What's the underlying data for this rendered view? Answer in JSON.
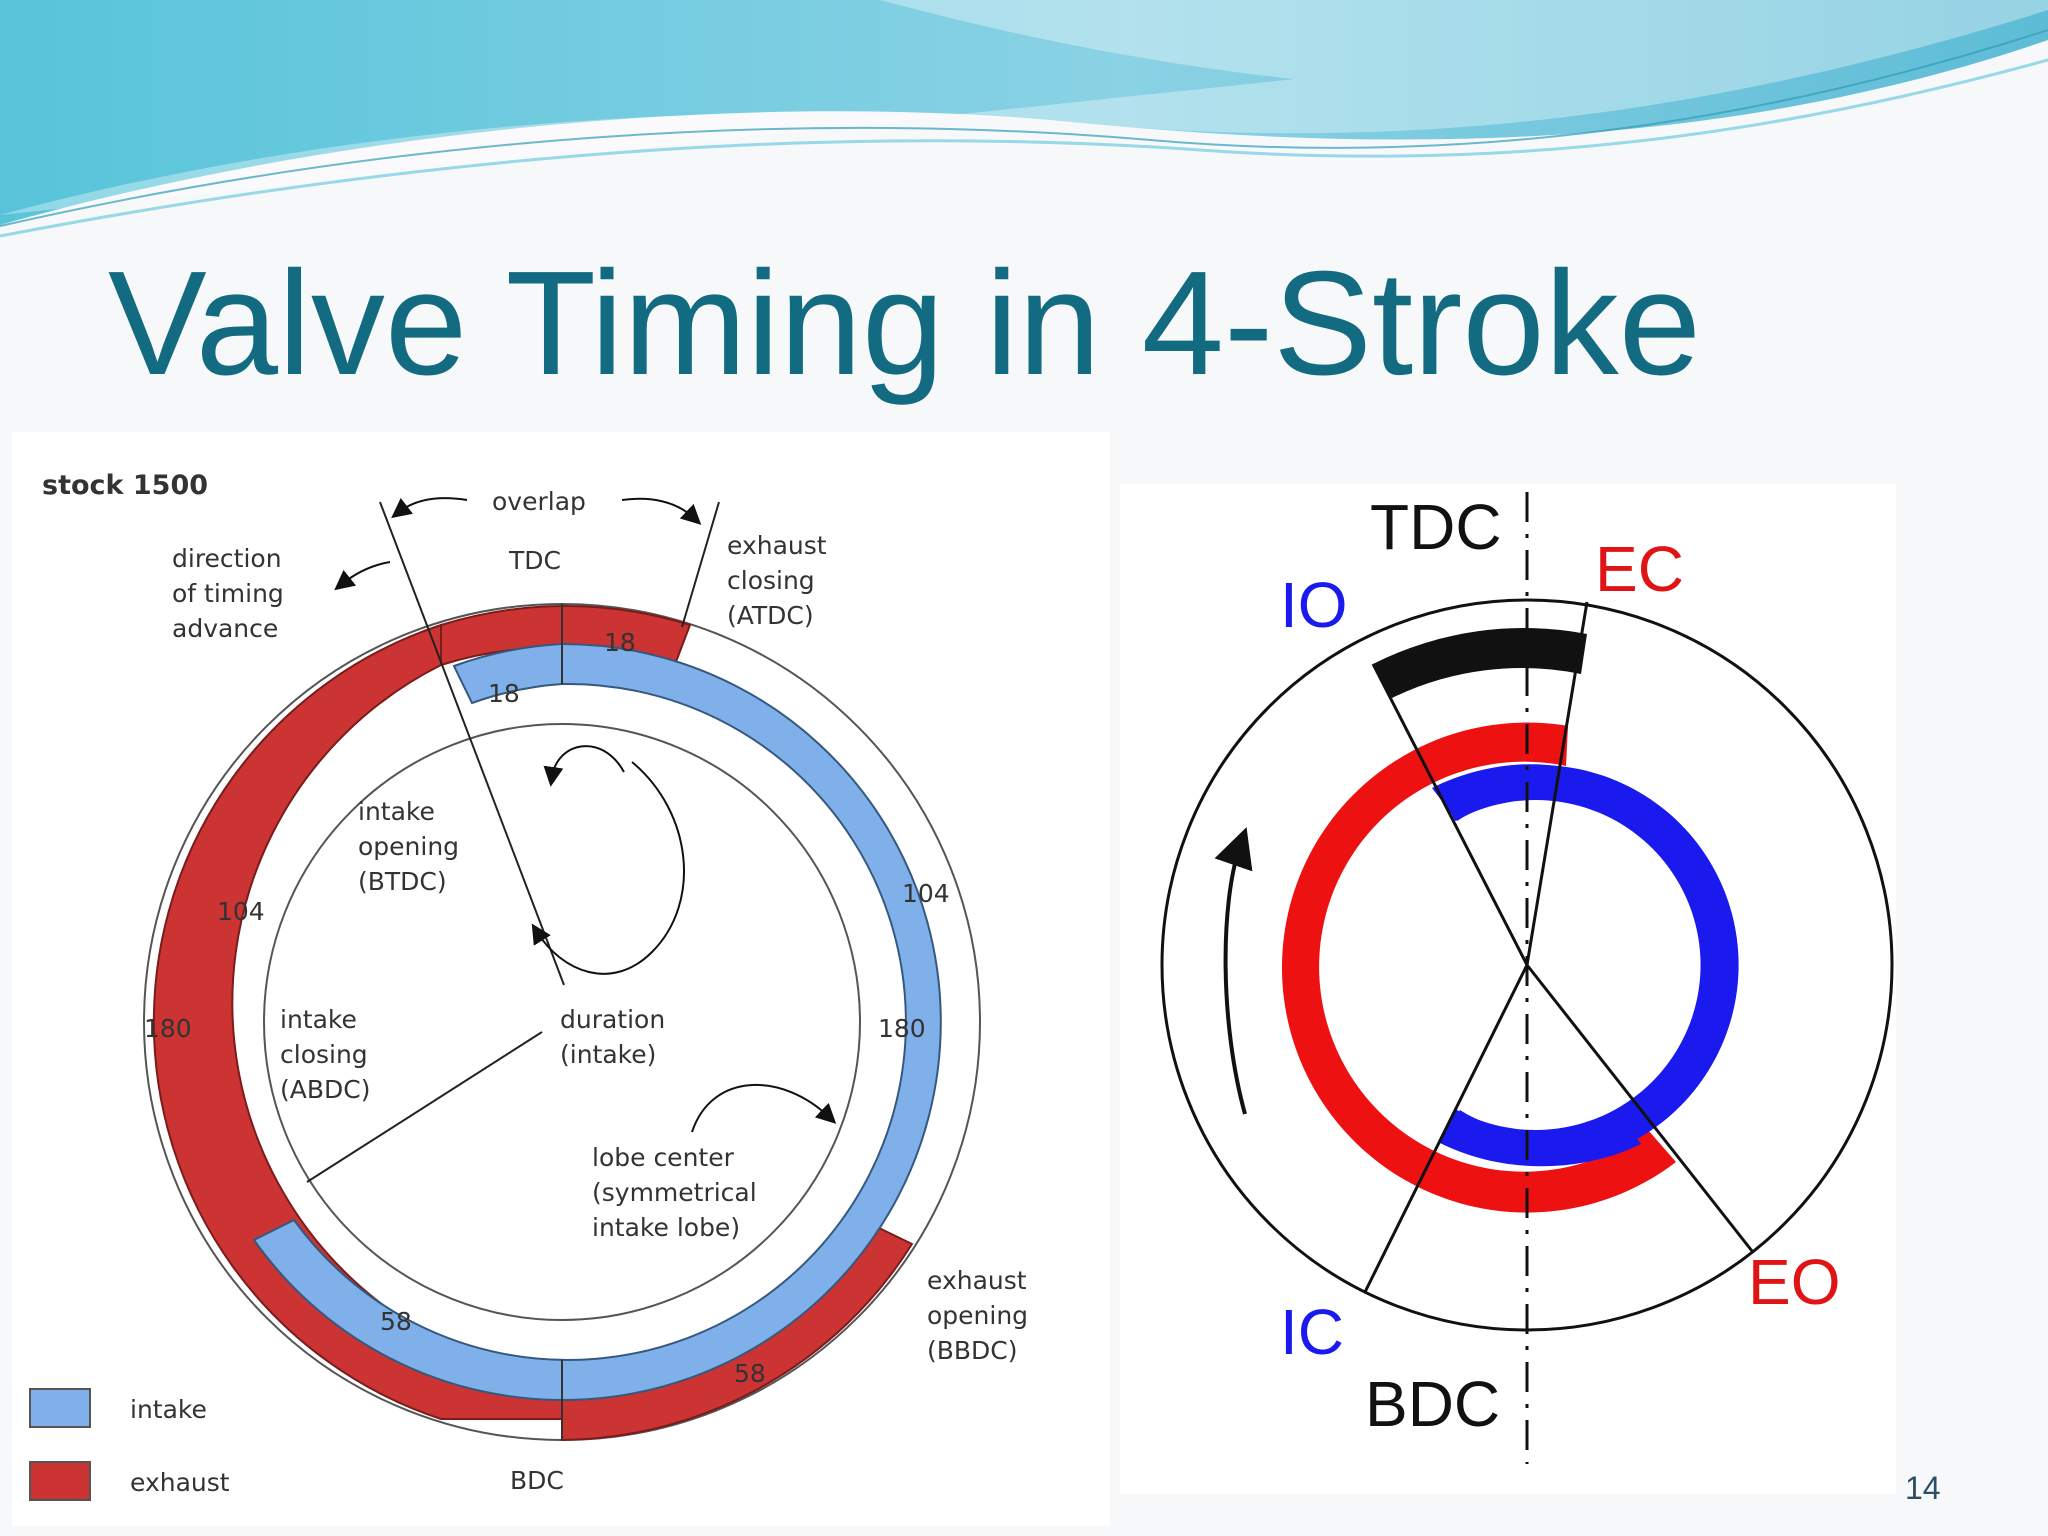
{
  "slide": {
    "title": "Valve Timing in 4-Stroke",
    "page_number": "14"
  },
  "colors": {
    "title": "#136b82",
    "wave_primary": "#5fc3d8",
    "intake_light": "#7fb0ea",
    "exhaust_dark_red": "#cc3333",
    "intake_blue": "#1a1aee",
    "exhaust_red": "#ee1111",
    "label_blue": "#1a1aee",
    "label_red": "#e01414"
  },
  "left_diagram": {
    "heading": "stock 1500",
    "labels": {
      "overlap": "overlap",
      "tdc": "TDC",
      "bdc": "BDC",
      "direction_line1": "direction",
      "direction_line2": "of timing",
      "direction_line3": "advance",
      "exhaust_closing_line1": "exhaust",
      "exhaust_closing_line2": "closing",
      "exhaust_closing_line3": "(ATDC)",
      "intake_opening_line1": "intake",
      "intake_opening_line2": "opening",
      "intake_opening_line3": "(BTDC)",
      "intake_closing_line1": "intake",
      "intake_closing_line2": "closing",
      "intake_closing_line3": "(ABDC)",
      "duration_line1": "duration",
      "duration_line2": "(intake)",
      "lobe_center_line1": "lobe center",
      "lobe_center_line2": "(symmetrical",
      "lobe_center_line3": "intake lobe)",
      "exhaust_opening_line1": "exhaust",
      "exhaust_opening_line2": "opening",
      "exhaust_opening_line3": "(BBDC)"
    },
    "numbers": {
      "exhaust_closing": "18",
      "intake_opening": "18",
      "left_104": "104",
      "right_104": "104",
      "left_180": "180",
      "right_180": "180",
      "intake_closing": "58",
      "exhaust_opening": "58"
    },
    "legend": [
      {
        "label": "intake",
        "color": "#7fb0ea"
      },
      {
        "label": "exhaust",
        "color": "#cc3333"
      }
    ]
  },
  "right_diagram": {
    "labels": {
      "tdc": "TDC",
      "bdc": "BDC",
      "io": "IO",
      "ec": "EC",
      "ic": "IC",
      "eo": "EO"
    }
  }
}
